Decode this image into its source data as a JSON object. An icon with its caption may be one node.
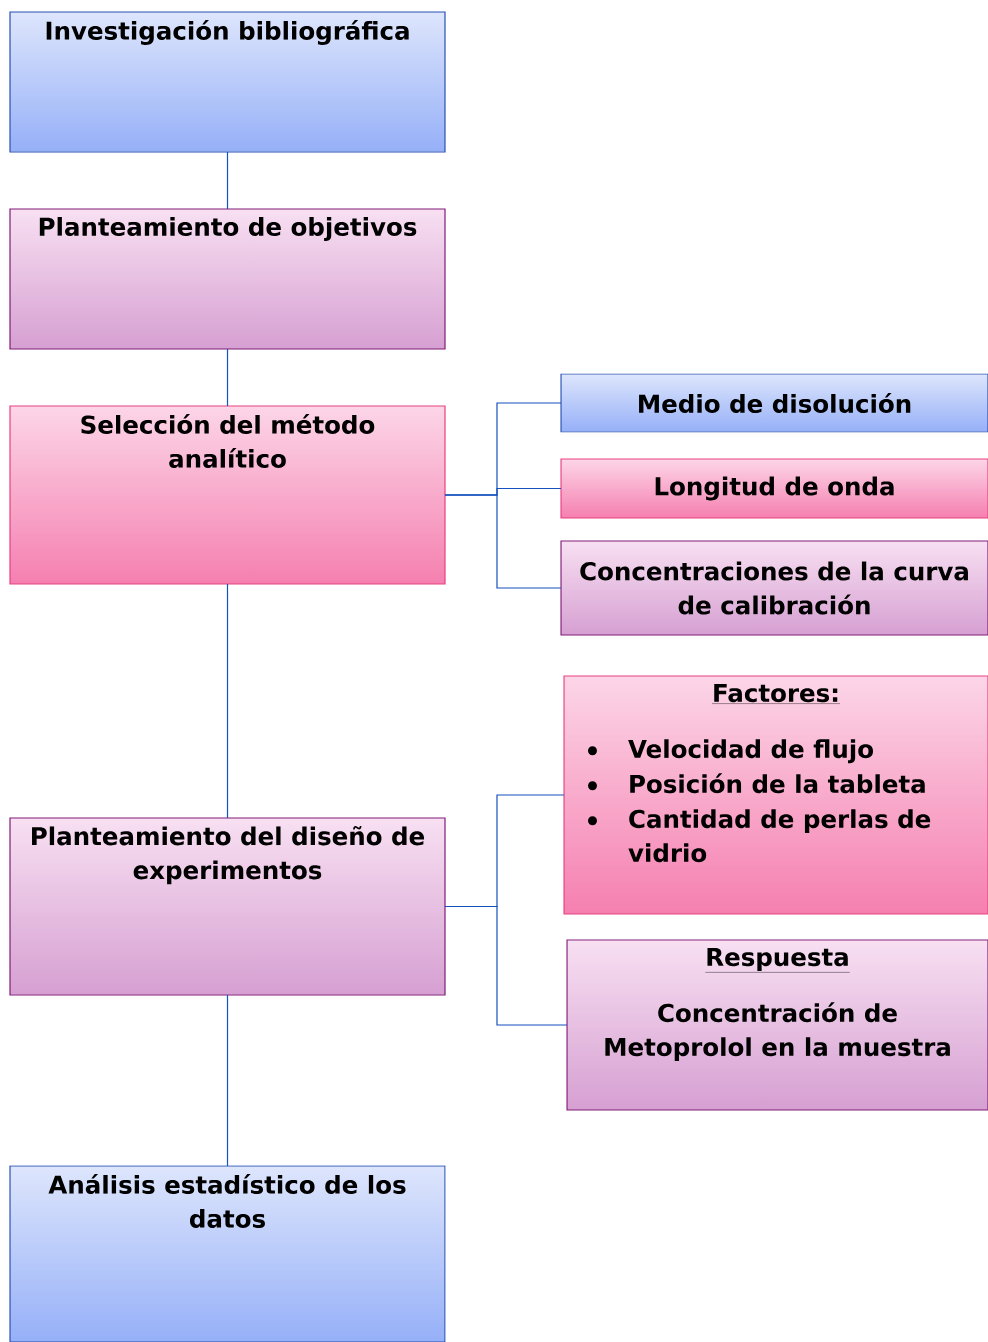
{
  "diagram": {
    "nodes": [
      {
        "text": [
          "Investigación bibliográfica"
        ]
      },
      {
        "text": [
          "Planteamiento de objetivos"
        ]
      },
      {
        "text": [
          "Selección del método analítico"
        ]
      },
      {
        "text": [
          "Medio de disolución"
        ]
      },
      {
        "text": [
          "Longitud de onda"
        ]
      },
      {
        "text": [
          "Concentraciones de la curva de calibración"
        ]
      },
      {
        "text": [
          "Planteamiento del diseño de experimentos"
        ]
      },
      {
        "text": [
          "Factores:",
          "Velocidad de flujo",
          "Posición de la tableta",
          "Cantidad de perlas de vidrio"
        ]
      },
      {
        "text": [
          "Respuesta",
          "Concentración de Metoprolol en la muestra"
        ]
      },
      {
        "text": [
          "Análisis estadístico de los datos"
        ]
      }
    ],
    "edges": [
      {
        "from": 0,
        "to": 1,
        "arrow": "none"
      },
      {
        "from": 1,
        "to": 2,
        "arrow": "none"
      },
      {
        "from": 2,
        "to": 3,
        "arrow": "none"
      },
      {
        "from": 2,
        "to": 4,
        "arrow": "none"
      },
      {
        "from": 2,
        "to": 5,
        "arrow": "none"
      },
      {
        "from": 2,
        "to": 6,
        "arrow": "none"
      },
      {
        "from": 6,
        "to": 7,
        "arrow": "none"
      },
      {
        "from": 6,
        "to": 8,
        "arrow": "none"
      },
      {
        "from": 6,
        "to": 9,
        "arrow": "none"
      }
    ]
  }
}
